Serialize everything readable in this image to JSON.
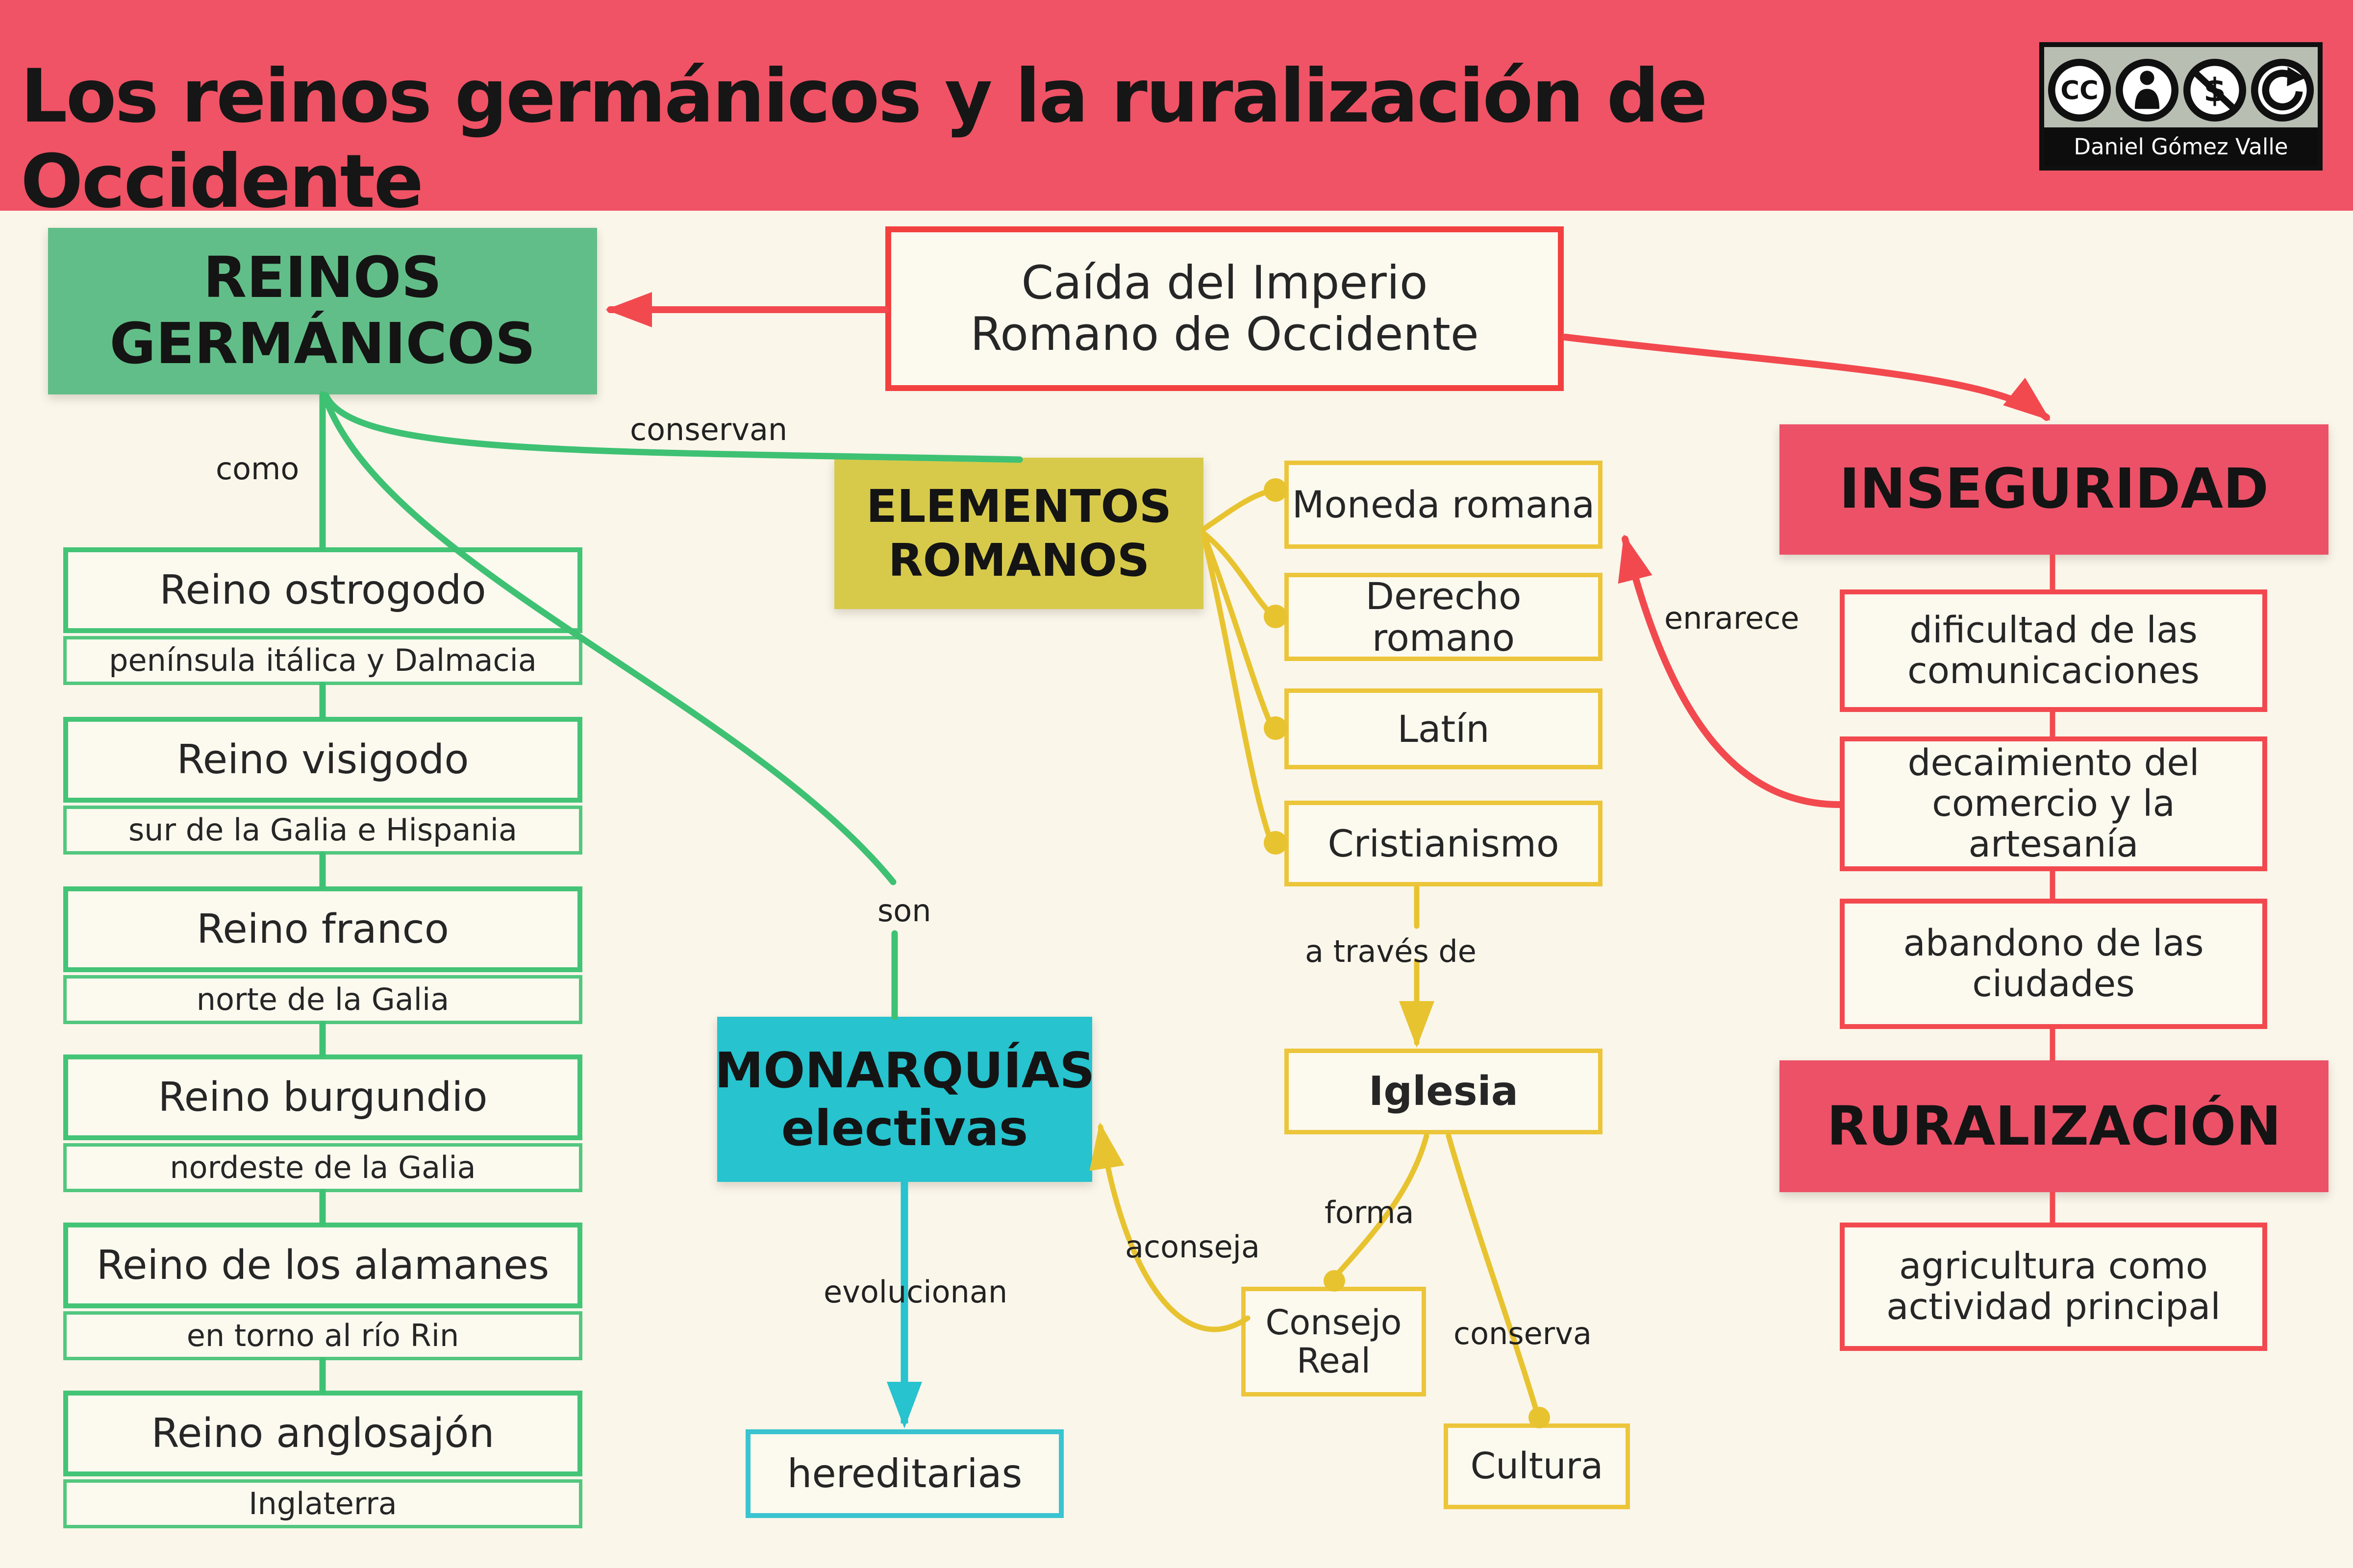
{
  "header": {
    "title": "Los reinos germánicos y la ruralización de Occidente"
  },
  "license": {
    "author": "Daniel Gómez Valle",
    "cc_label": "CC",
    "nc_symbol": "$",
    "icons": [
      "cc-icon",
      "attribution-person-icon",
      "non-commercial-icon",
      "share-alike-icon"
    ]
  },
  "nodes": {
    "reinos": {
      "line1": "REINOS",
      "line2": "GERMÁNICOS"
    },
    "caida": "Caída del Imperio Romano de Occidente",
    "elementos": {
      "line1": "ELEMENTOS",
      "line2": "ROMANOS"
    },
    "inseguridad": "INSEGURIDAD",
    "ruralizacion": "RURALIZACIÓN",
    "monarquias": {
      "line1": "MONARQUÍAS",
      "line2": "electivas"
    },
    "hereditarias": "hereditarias",
    "iglesia": "Iglesia",
    "consejo_real": "Consejo Real",
    "cultura": "Cultura"
  },
  "kingdoms": [
    {
      "name": "Reino ostrogodo",
      "location": "península itálica y Dalmacia"
    },
    {
      "name": "Reino visigodo",
      "location": "sur de la Galia e Hispania"
    },
    {
      "name": "Reino franco",
      "location": "norte de la Galia"
    },
    {
      "name": "Reino burgundio",
      "location": "nordeste de la Galia"
    },
    {
      "name": "Reino de los alamanes",
      "location": "en torno al río Rin"
    },
    {
      "name": "Reino anglosajón",
      "location": "Inglaterra"
    }
  ],
  "roman_elements": [
    "Moneda romana",
    "Derecho romano",
    "Latín",
    "Cristianismo"
  ],
  "inseguridad_effects": [
    "dificultad de las comunicaciones",
    "decaimiento del comercio y la artesanía",
    "abandono de las ciudades"
  ],
  "ruralizacion_effect": "agricultura como actividad principal",
  "edge_labels": {
    "como": "como",
    "conservan": "conservan",
    "son": "son",
    "evolucionan": "evolucionan",
    "a_traves_de": "a través de",
    "forma": "forma",
    "conserva": "conserva",
    "aconseja": "aconseja",
    "enrarece": "enrarece"
  },
  "colors": {
    "header_red": "#EF5365",
    "box_red_border": "#F2494F",
    "red_fill": "#EC5168",
    "green_fill": "#62BE88",
    "green_line": "#3EC173",
    "mustard_fill": "#D7CA4B",
    "yellow_line": "#E8C330",
    "cyan_fill": "#27C3CE",
    "background": "#FAF6EA"
  }
}
